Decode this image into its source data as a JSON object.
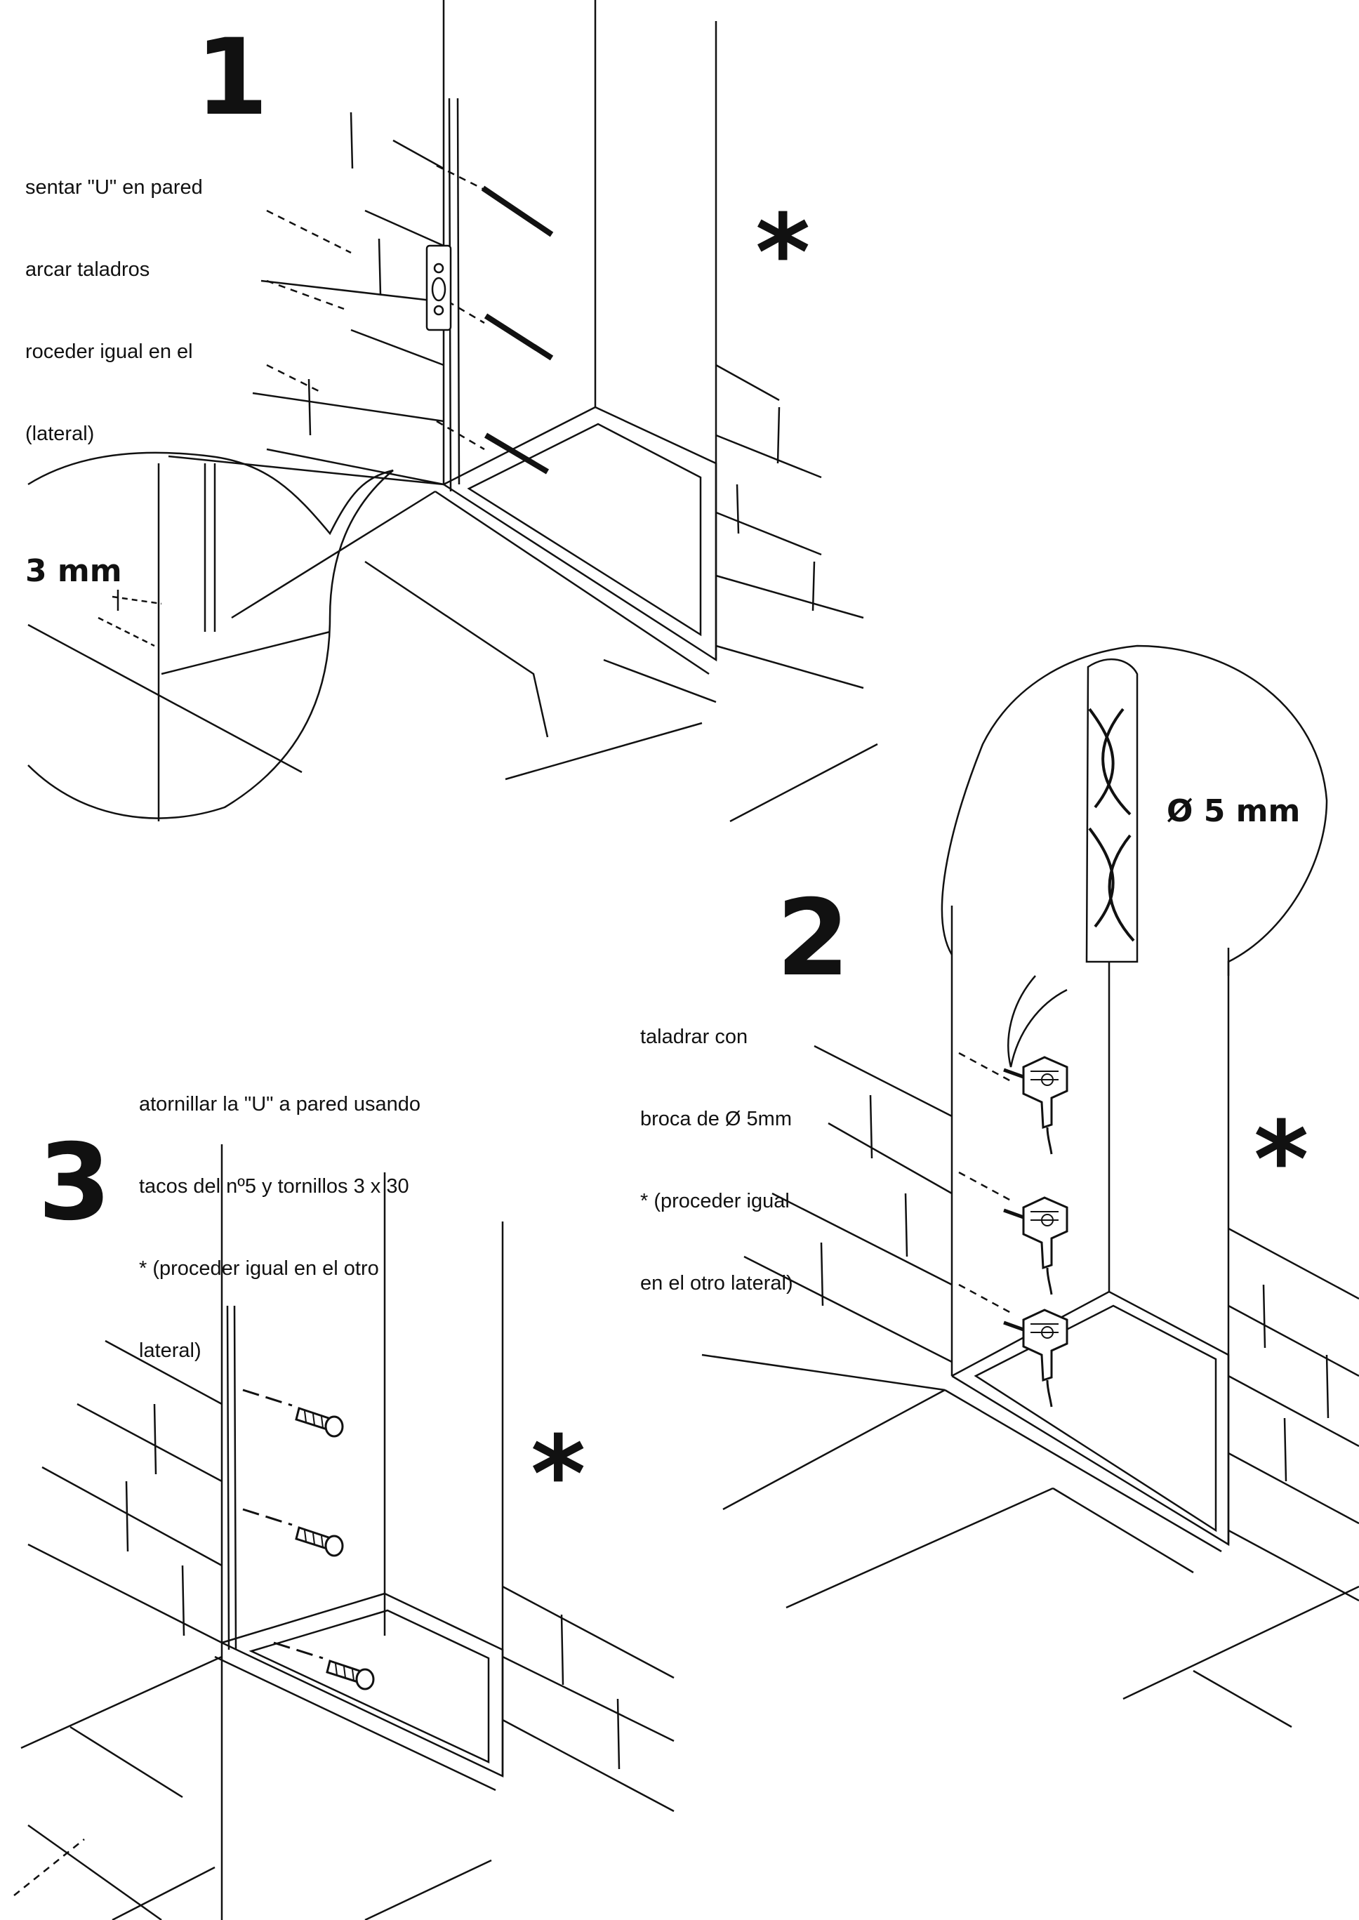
{
  "steps": [
    {
      "number": "1",
      "lines": [
        "sentar \"U\" en pared",
        "arcar taladros",
        "roceder igual en el",
        "(lateral)"
      ]
    },
    {
      "number": "2",
      "lines": [
        "taladrar con",
        "broca de Ø 5mm",
        "* (proceder igual",
        "en el otro lateral)"
      ]
    },
    {
      "number": "3",
      "lines": [
        "atornillar la \"U\" a pared usando",
        "tacos del nº5 y tornillos 3 x 30",
        "* (proceder igual en el otro",
        "lateral)"
      ]
    }
  ],
  "callouts": {
    "gap": "3 mm",
    "drill_bit": "Ø 5 mm"
  },
  "markers": {
    "asterisk": "*"
  },
  "icons": [
    "u-profile-icon",
    "wall-plug-icon",
    "power-drill-icon",
    "drill-bit-icon",
    "shower-tray-icon"
  ]
}
